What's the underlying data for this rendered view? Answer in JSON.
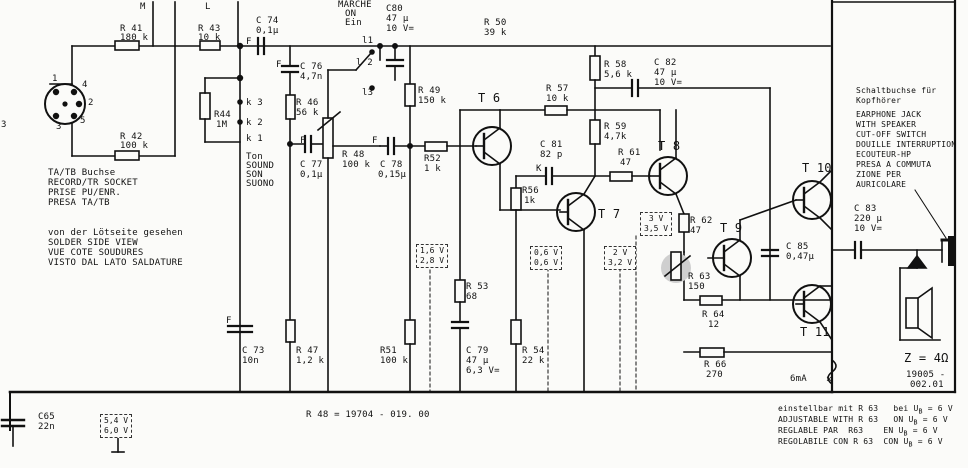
{
  "components": {
    "R41": {
      "name": "R 41",
      "value": "180 k"
    },
    "R42": {
      "name": "R 42",
      "value": "100 k"
    },
    "R43": {
      "name": "R 43",
      "value": "10 k"
    },
    "R44": {
      "name": "R44",
      "value": "1M"
    },
    "R46": {
      "name": "R 46",
      "value": "56 k"
    },
    "R47": {
      "name": "R 47",
      "value": "1,2 k"
    },
    "R48": {
      "name": "R 48",
      "value": "100 k"
    },
    "R49": {
      "name": "R 49",
      "value": "150 k"
    },
    "R50": {
      "name": "R 50",
      "value": "39 k"
    },
    "R51": {
      "name": "R51",
      "value": "100 k"
    },
    "R52": {
      "name": "R52",
      "value": "1 k"
    },
    "R53": {
      "name": "R 53",
      "value": "68"
    },
    "R54": {
      "name": "R 54",
      "value": "22 k"
    },
    "R56": {
      "name": "R56",
      "value": "1k"
    },
    "R57": {
      "name": "R 57",
      "value": "10 k"
    },
    "R58": {
      "name": "R 58",
      "value": "5,6 k"
    },
    "R59": {
      "name": "R 59",
      "value": "4,7k"
    },
    "R61": {
      "name": "R 61",
      "value": "47"
    },
    "R62": {
      "name": "R 62",
      "value": "47"
    },
    "R63": {
      "name": "R 63",
      "value": "150"
    },
    "R64": {
      "name": "R 64",
      "value": "12"
    },
    "R66": {
      "name": "R 66",
      "value": "270"
    },
    "C65": {
      "name": "C65",
      "value": "22n"
    },
    "C73": {
      "name": "C 73",
      "value": "10n"
    },
    "C74": {
      "name": "C 74",
      "value": "0,1µ"
    },
    "C76": {
      "name": "C 76",
      "value": "4,7n"
    },
    "C77": {
      "name": "C 77",
      "value": "0,1µ"
    },
    "C78": {
      "name": "C 78",
      "value": "0,15µ"
    },
    "C79": {
      "name": "C 79",
      "value": "47 µ",
      "extra": "6,3 V="
    },
    "C80": {
      "name": "C80",
      "value": "47 µ",
      "extra": "10 V="
    },
    "C81": {
      "name": "C 81",
      "value": "82 p"
    },
    "C82": {
      "name": "C 82",
      "value": "47 µ",
      "extra": "10 V="
    },
    "C83": {
      "name": "C 83",
      "value": "220 µ",
      "extra": "10 V="
    },
    "C85": {
      "name": "C 85",
      "value": "0,47µ"
    }
  },
  "transistors": [
    "T 6",
    "T 7",
    "T 8",
    "T 9",
    "T 10",
    "T 11"
  ],
  "switch_labels": {
    "top_m": "M",
    "top_l": "L",
    "marche": "MARCHE",
    "on": "ON",
    "ein": "Ein",
    "l1": "l1",
    "l2": "l 2",
    "l3": "l3",
    "k1": "k 1",
    "k2": "k 2",
    "k3": "k 3",
    "f": "F",
    "k": "K",
    "ton": "Ton",
    "sound": "SOUND",
    "son": "SON",
    "suono": "SUONO"
  },
  "din_pins": [
    "1",
    "2",
    "3",
    "4",
    "5"
  ],
  "socket_text": [
    "TA/TB Buchse",
    "RECORD/TR SOCKET",
    "PRISE PU/ENR.",
    "PRESA TA/TB"
  ],
  "solder_text": [
    "von der Lötseite gesehen",
    "SOLDER SIDE VIEW",
    "VUE COTE SOUDURES",
    "VISTO DAL LATO SALDATURE"
  ],
  "headphone_text": [
    "Schaltbuchse für",
    "Kopfhörer",
    "EARPHONE JACK",
    "WITH SPEAKER",
    "CUT-OFF SWITCH",
    "DOUILLE INTERRUPTION",
    "ECOUTEUR-HP",
    "PRESA A COMMUTA",
    "ZIONE PER",
    "AURICOLARE"
  ],
  "speaker": "Z = 4Ω",
  "drawing_number": [
    "19005 -",
    "002.01"
  ],
  "note_r48": "R 48 = 19704 - 019. 00",
  "current": "6mA",
  "voltages": {
    "v_r53": [
      "1,6 V",
      "2,8 V"
    ],
    "v_r54": [
      "0,6 V",
      "0,6 V"
    ],
    "v_t7": [
      "2 V",
      "3,2 V"
    ],
    "v_t8": [
      "3 V",
      "3,5 V"
    ],
    "v_c65": [
      "5,4 V",
      "6,0 V"
    ]
  },
  "footnote": [
    [
      "einstellbar mit R 63",
      "bei",
      "U",
      "B",
      "= 6 V"
    ],
    [
      "ADJUSTABLE WITH R 63",
      "ON",
      "U",
      "B",
      "= 6 V"
    ],
    [
      "REGLABLE PAR  R63",
      "EN",
      "U",
      "B",
      "= 6 V"
    ],
    [
      "REGOLABILE CON R 63",
      "CON",
      "U",
      "B",
      "= 6 V"
    ]
  ],
  "left_edge_mark": "3"
}
